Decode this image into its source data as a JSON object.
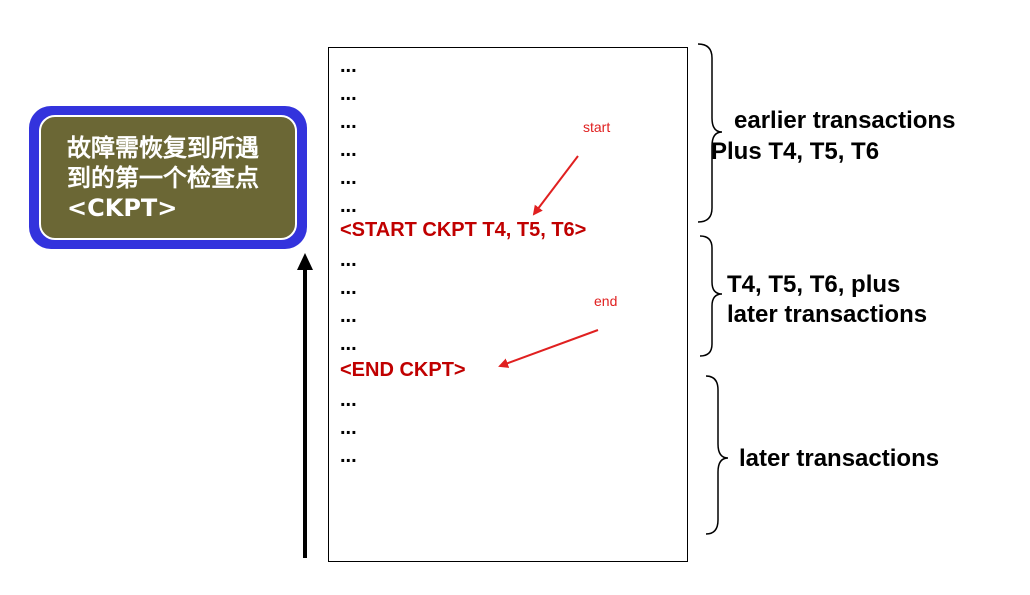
{
  "callout": {
    "text": "故障需恢复到所遇到的第一个检查点<CKPT>"
  },
  "log": {
    "lines": [
      "...",
      "...",
      "...",
      "...",
      "...",
      "...",
      "<START CKPT T4, T5, T6>",
      "...",
      "...",
      "...",
      "...",
      "<END CKPT>",
      "...",
      "...",
      "..."
    ]
  },
  "annotations": {
    "start": "start",
    "end": "end"
  },
  "groups": {
    "top": {
      "line1": "earlier transactions",
      "line2": "Plus T4, T5, T6"
    },
    "middle": {
      "line1": "T4, T5, T6, plus",
      "line2": "later transactions"
    },
    "bottom": {
      "line1": "later transactions"
    }
  },
  "colors": {
    "checkpoint_text": "#c00000",
    "annotation_arrow": "#e02020",
    "callout_border": "#3333dd",
    "callout_fill": "#6b6735"
  }
}
